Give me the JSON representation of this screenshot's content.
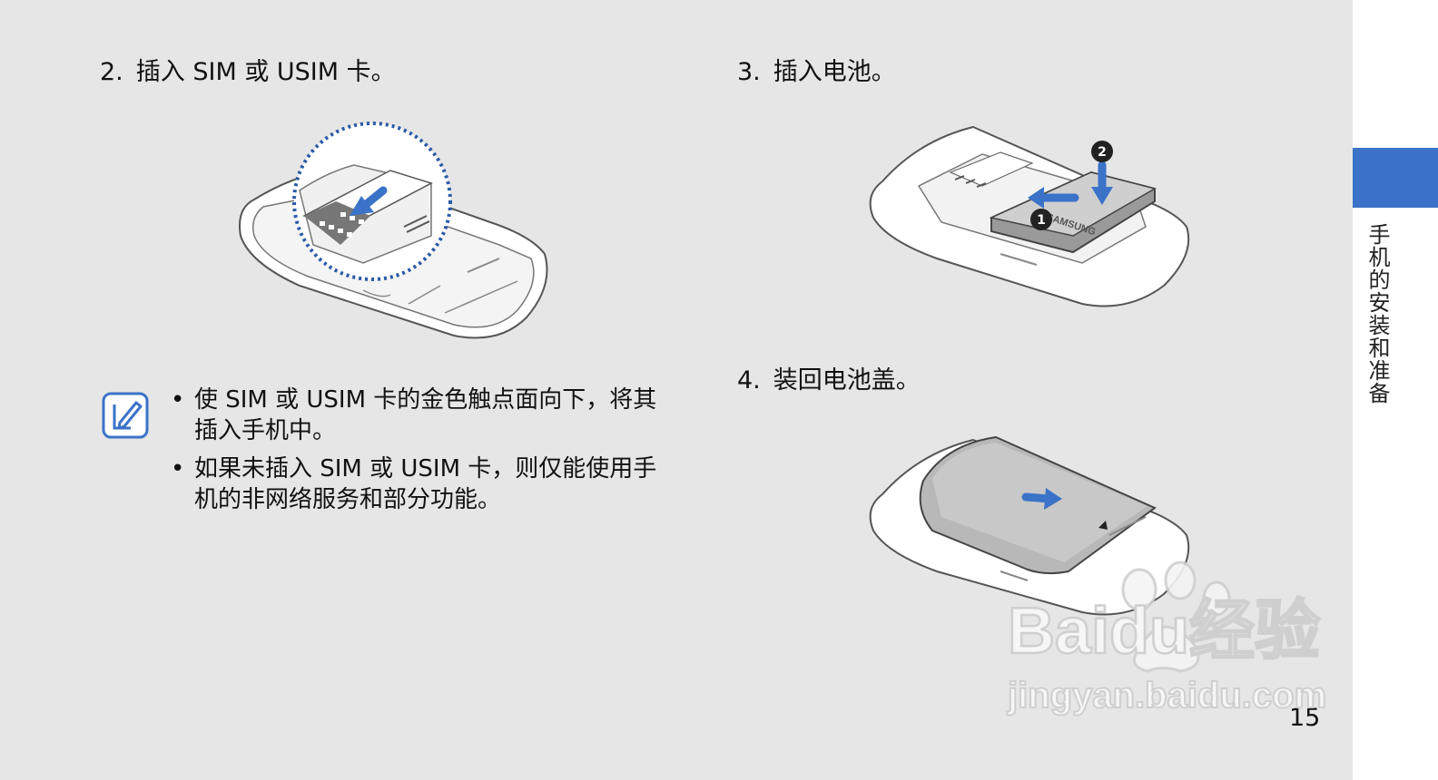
{
  "step2": {
    "number": "2.",
    "text": "插入 SIM 或 USIM 卡。"
  },
  "step3": {
    "number": "3.",
    "text": "插入电池。"
  },
  "step4": {
    "number": "4.",
    "text": "装回电池盖。"
  },
  "notes": [
    "使 SIM 或 USIM 卡的金色触点面向下，将其插入手机中。",
    "如果未插入 SIM 或 USIM 卡，则仅能使用手机的非网络服务和部分功能。"
  ],
  "callouts": {
    "one": "1",
    "two": "2"
  },
  "battery_label": "SAMSUNG",
  "side_tab_label": "手机的安装和准备",
  "page_number": "15",
  "watermark": {
    "brand": "Baidu经验",
    "url": "jingyan.baidu.com"
  },
  "colors": {
    "accent_blue": "#3a73c8",
    "dotted_circle": "#2a5aa8",
    "page_bg": "#e6e6e6"
  },
  "icons": {
    "note": "note-pencil-icon"
  }
}
